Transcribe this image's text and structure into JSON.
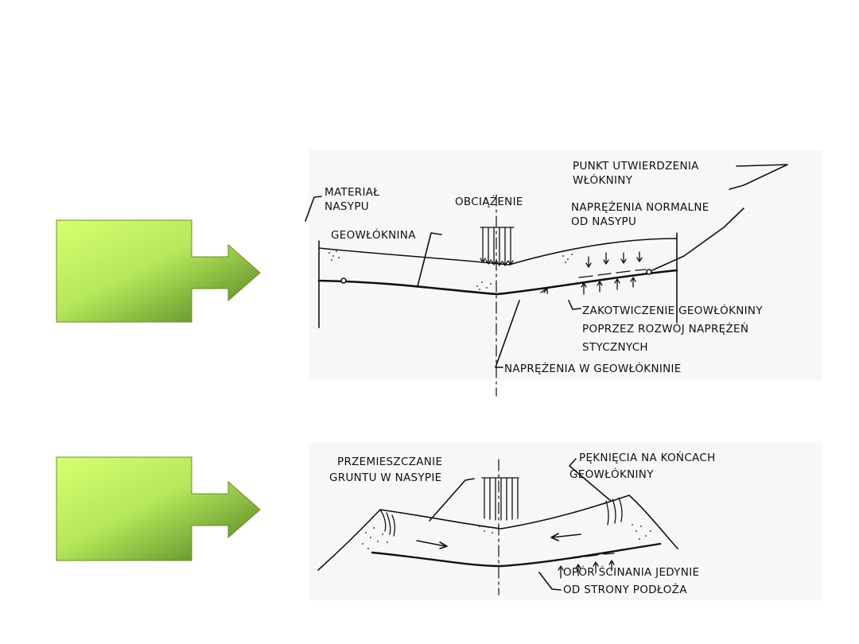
{
  "diagram_top": {
    "labels": {
      "material": [
        "MATERIAŁ",
        "NASYPU"
      ],
      "load": "OBCIĄŻENIE",
      "anchor_point": [
        "PUNKT UTWIERDZENIA",
        "WŁÓKNINY"
      ],
      "geotextile": "GEOWŁÓKNINA",
      "normal_stress": [
        "NAPRĘŻENIA NORMALNE",
        "OD NASYPU"
      ],
      "anchoring": [
        "ZAKOTWICZENIE GEOWŁÓKNINY",
        "POPRZEZ ROZWÓJ NAPRĘŻEŃ",
        "STYCZNYCH"
      ],
      "tension": "NAPRĘŻENIA W GEOWŁÓKNINIE"
    }
  },
  "diagram_bottom": {
    "labels": {
      "soil_displacement": [
        "PRZEMIESZCZANIE",
        "GRUNTU W NASYPIE"
      ],
      "cracks": [
        "PĘKNIĘCIA NA KOŃCACH",
        "GEOWŁÓKNINY"
      ],
      "shear_resistance": [
        "OPÓR ŚCINANIA JEDYNIE",
        "OD STRONY PODŁOŻA"
      ]
    }
  },
  "colors": {
    "arrow_gradient_light": "#ccff66",
    "arrow_gradient_dark": "#4d7a1f",
    "arrow_outline": "#6b8e23",
    "ink": "#111111"
  }
}
